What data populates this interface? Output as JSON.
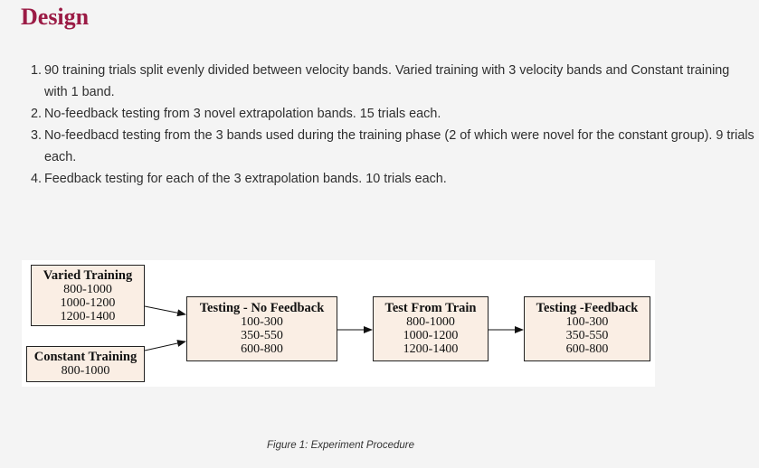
{
  "heading": "Design",
  "steps": [
    {
      "num": "1.",
      "text": "90 training trials split evenly divided between velocity bands. Varied training with 3 velocity bands and Constant training with 1 band."
    },
    {
      "num": "2.",
      "text": "No-feedback testing from 3 novel extrapolation bands. 15 trials each."
    },
    {
      "num": "3.",
      "text": "No-feedbacd testing from the 3 bands used during the training phase (2 of which were novel for the constant group). 9 trials each."
    },
    {
      "num": "4.",
      "text": "Feedback testing for each of the 3 extrapolation bands. 10 trials each."
    }
  ],
  "diagram": {
    "varied": {
      "title": "Varied Training",
      "values": [
        "800-1000",
        "1000-1200",
        "1200-1400"
      ]
    },
    "constant": {
      "title": "Constant Training",
      "values": [
        "800-1000"
      ]
    },
    "nofeedback": {
      "title": "Testing - No Feedback",
      "values": [
        "100-300",
        "350-550",
        "600-800"
      ]
    },
    "fromtrain": {
      "title": "Test From Train",
      "values": [
        "800-1000",
        "1000-1200",
        "1200-1400"
      ]
    },
    "feedback": {
      "title": "Testing -Feedback",
      "values": [
        "100-300",
        "350-550",
        "600-800"
      ]
    }
  },
  "caption": "Figure 1: Experiment Procedure"
}
